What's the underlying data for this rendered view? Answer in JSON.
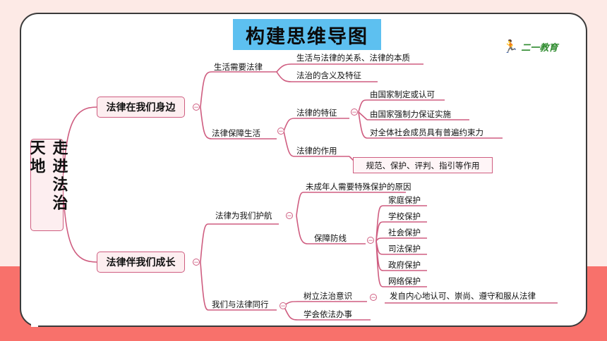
{
  "title": "构建思维导图",
  "logo_text": "二一教育",
  "root": "走进法治天地",
  "branches": [
    {
      "label": "法律在我们身边",
      "children": [
        {
          "label": "生活需要法律",
          "items": [
            "生活与法律的关系、法律的本质",
            "法治的含义及特征"
          ]
        },
        {
          "label": "法律保障生活",
          "features_label": "法律的特征",
          "features": [
            "由国家制定或认可",
            "由国家强制力保证实施",
            "对全体社会成员具有普遍约束力"
          ],
          "role_label": "法律的作用",
          "role_note": "规范、保护、评判、指引等作用"
        }
      ]
    },
    {
      "label": "法律伴我们成长",
      "children": [
        {
          "label": "法律为我们护航",
          "reason": "未成年人需要特殊保护的原因",
          "defense_label": "保障防线",
          "defenses": [
            "家庭保护",
            "学校保护",
            "社会保护",
            "司法保护",
            "政府保护",
            "网络保护"
          ]
        },
        {
          "label": "我们与法律同行",
          "awareness_label": "树立法治意识",
          "awareness_detail": "发自内心地认可、崇尚、遵守和服从法律",
          "action": "学会依法办事"
        }
      ]
    }
  ],
  "colors": {
    "line": "#cf5d80",
    "title_bg": "#5dc0f0",
    "bottom_band": "#f8716b",
    "page_bg": "#fdeae6"
  }
}
